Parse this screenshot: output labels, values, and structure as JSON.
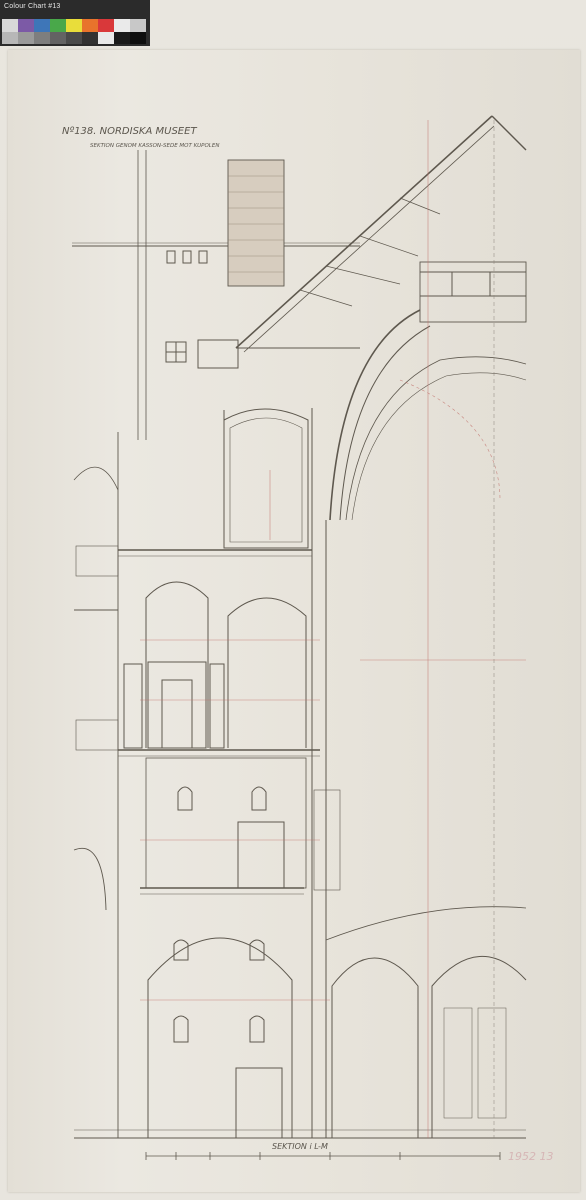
{
  "colour_chart": {
    "label": "Colour Chart #13",
    "top_swatches": [
      "#d8d8d8",
      "#7c5aa6",
      "#3e76b8",
      "#49a84a",
      "#e9dd3a",
      "#e8732c",
      "#d9383a",
      "#eaeaea",
      "#c8c8c8"
    ],
    "bottom_swatches": [
      "#b7b7b7",
      "#9a9a9a",
      "#7e7e7e",
      "#636363",
      "#4a4a4a",
      "#323232",
      "#e9e9e9",
      "#1a1a1a",
      "#0e0e0e"
    ]
  },
  "drawing": {
    "title": "Nº138. NORDISKA MUSEET",
    "subtitle": "SEKTION GENOM KASSON-SEDE MOT KUPOLEN",
    "section_label": "SEKTION i L-M",
    "accession_mark": "1952 13"
  },
  "colors": {
    "ink": "#5e584e",
    "red_ink": "#c0706a",
    "paper": "#e9e5dd"
  }
}
